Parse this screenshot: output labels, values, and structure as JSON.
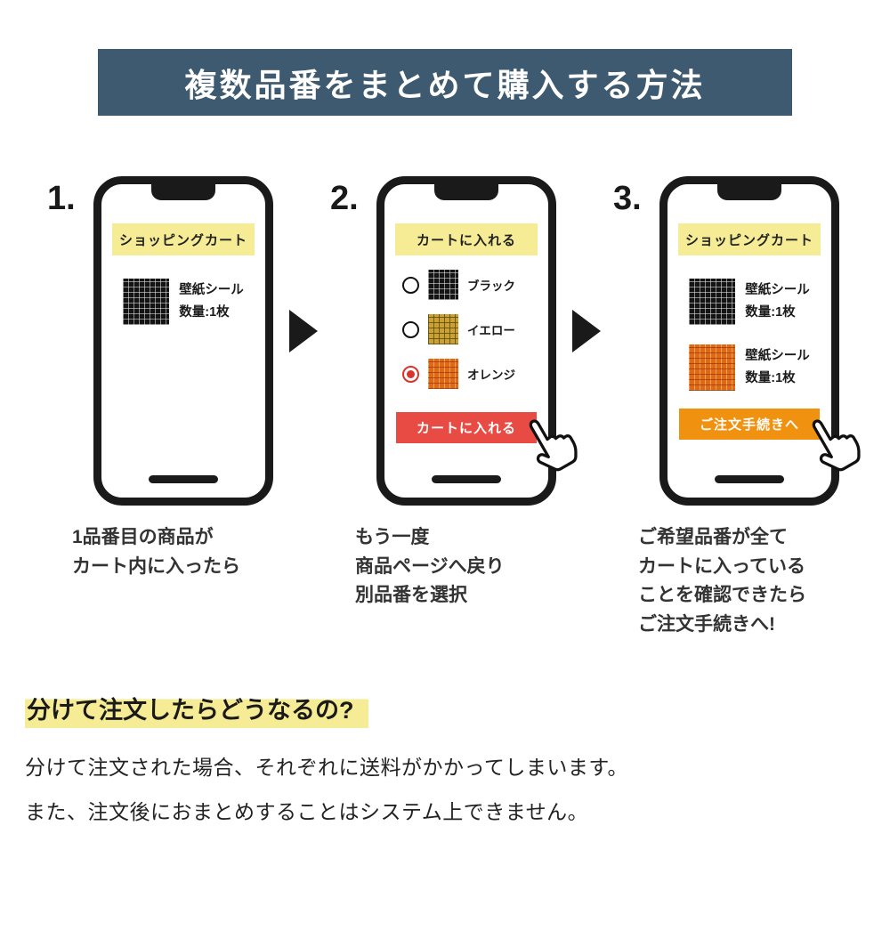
{
  "header": {
    "title": "複数品番をまとめて購入する方法",
    "bg_color": "#3e5a70"
  },
  "colors": {
    "banner_yellow": "#f6ec95",
    "red_button": "#e84b44",
    "orange_button": "#f0920f",
    "radio_selected": "#d9342b"
  },
  "steps": [
    {
      "number": "1.",
      "phone": {
        "banner": "ショッピングカート",
        "items": [
          {
            "swatch": "black",
            "name": "壁紙シール",
            "qty": "数量:1枚"
          }
        ]
      },
      "caption": "1品番目の商品が\nカート内に入ったら"
    },
    {
      "number": "2.",
      "phone": {
        "banner": "カートに入れる",
        "options": [
          {
            "label": "ブラック",
            "swatch": "black",
            "selected": false
          },
          {
            "label": "イエロー",
            "swatch": "yellow",
            "selected": false
          },
          {
            "label": "オレンジ",
            "swatch": "orange",
            "selected": true
          }
        ],
        "button": {
          "label": "カートに入れる",
          "color": "#e84b44"
        }
      },
      "caption": "もう一度\n商品ページへ戻り\n別品番を選択"
    },
    {
      "number": "3.",
      "phone": {
        "banner": "ショッピングカート",
        "items": [
          {
            "swatch": "black",
            "name": "壁紙シール",
            "qty": "数量:1枚"
          },
          {
            "swatch": "orange",
            "name": "壁紙シール",
            "qty": "数量:1枚"
          }
        ],
        "button": {
          "label": "ご注文手続きへ",
          "color": "#f0920f"
        }
      },
      "caption": "ご希望品番が全て\nカートに入っている\nことを確認できたら\nご注文手続きへ!"
    }
  ],
  "note": {
    "heading": "分けて注文したらどうなるの?",
    "body": [
      "分けて注文された場合、それぞれに送料がかかってしまいます。",
      "また、注文後におまとめすることはシステム上できません。"
    ]
  }
}
